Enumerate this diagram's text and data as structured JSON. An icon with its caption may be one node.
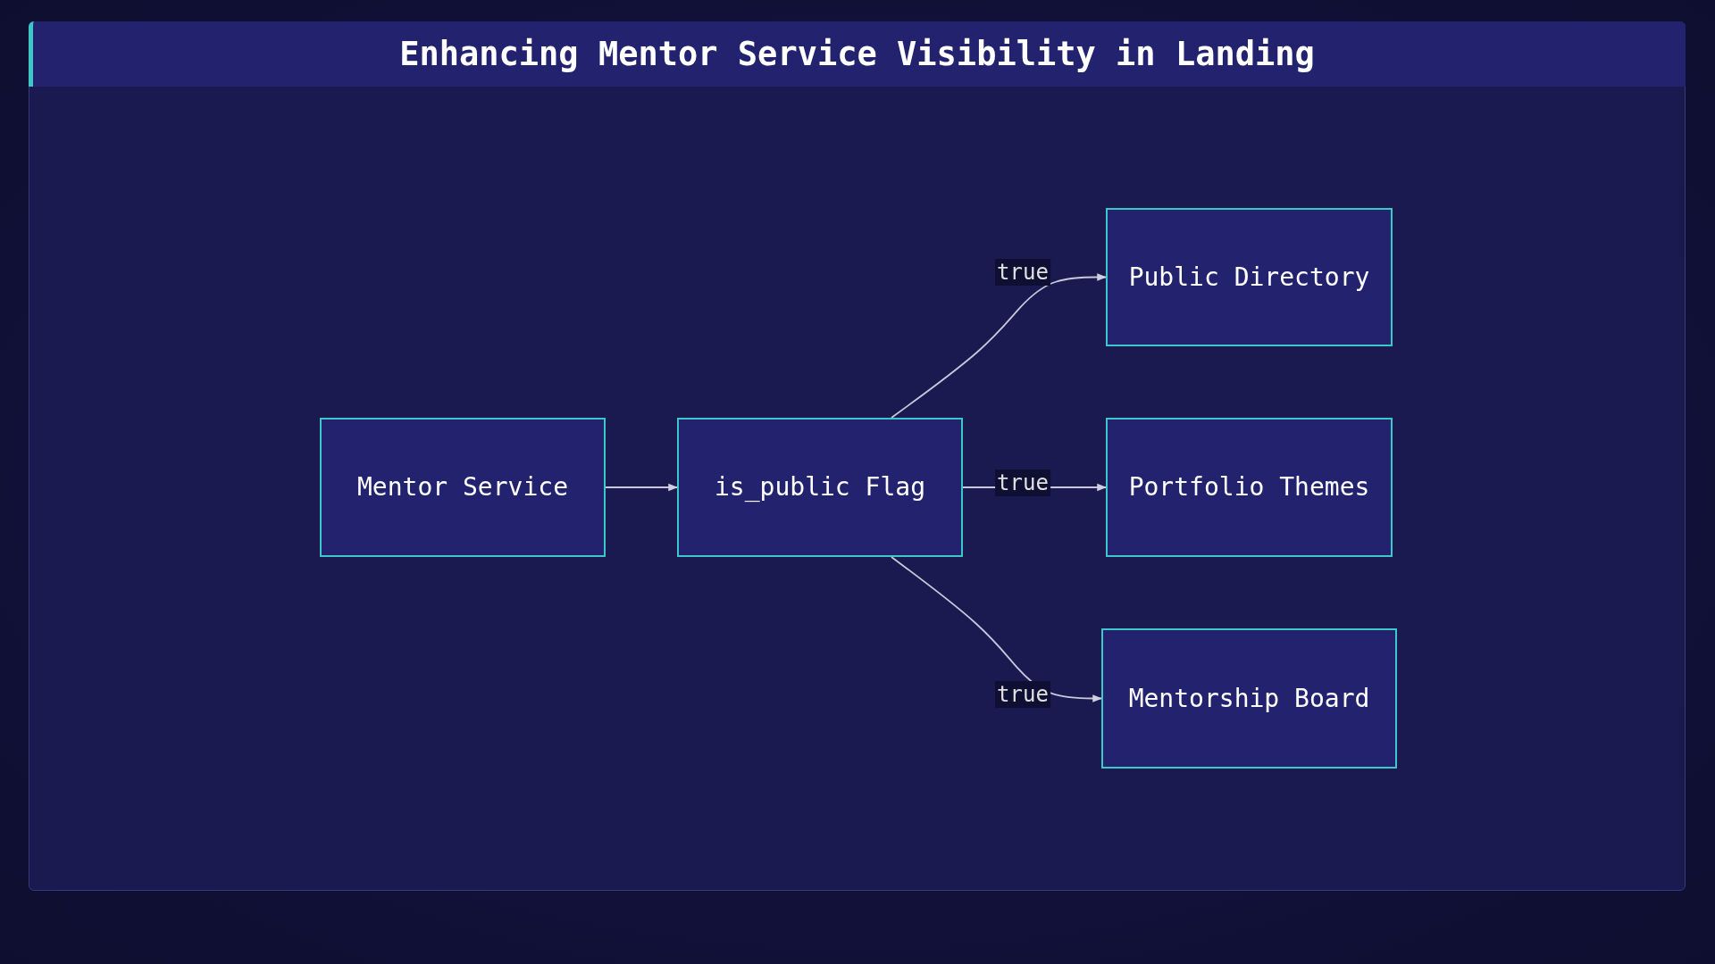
{
  "diagram": {
    "title": "Enhancing Mentor Service Visibility in Landing",
    "nodes": [
      {
        "text": [
          "Mentor Service"
        ]
      },
      {
        "text": [
          "is_public Flag"
        ]
      },
      {
        "text": [
          "Public Directory"
        ]
      },
      {
        "text": [
          "Portfolio Themes"
        ]
      },
      {
        "text": [
          "Mentorship Board"
        ]
      }
    ],
    "edges": [
      {
        "from": 0,
        "to": 1,
        "arrow": "to"
      },
      {
        "from": 1,
        "to": 2,
        "arrow": "to",
        "label": "true"
      },
      {
        "from": 1,
        "to": 3,
        "arrow": "to",
        "label": "true"
      },
      {
        "from": 1,
        "to": 4,
        "arrow": "to",
        "label": "true"
      }
    ]
  }
}
